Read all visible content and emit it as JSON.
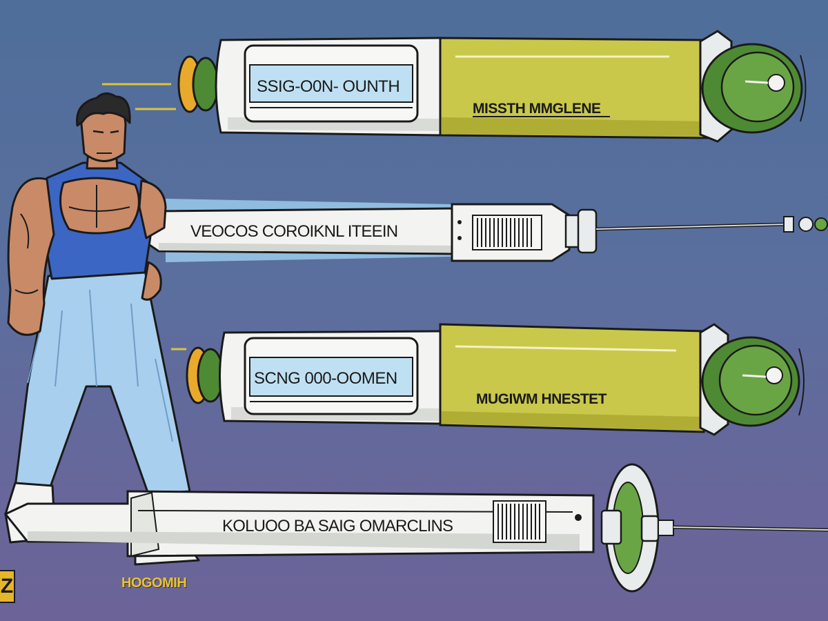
{
  "devices": {
    "pen_top": {
      "label": "SSIG-O0N- OUNTH",
      "sublabel": "MISSTH MMGLENE"
    },
    "syringe_top": {
      "label": "VEOCOS COROIKNL ITEEIN"
    },
    "pen_bottom": {
      "label": "SCNG 000-OOMEN",
      "sublabel": "MUGIWM HNESTET"
    },
    "syringe_bottom": {
      "label": "KOLUOO BA SAIG OMARCLINS"
    }
  },
  "caption": "HOGOMIH",
  "logo_letter": "Z",
  "colors": {
    "background": "#5a6f9e",
    "pen_body": "#f3f4f1",
    "pen_sleeve": "#c9c84a",
    "cap_green": "#4e8a33",
    "label_blue": "#bfe0f2",
    "shirt": "#3b66c4",
    "pants": "#a9cfee",
    "skin": "#c98a68"
  }
}
